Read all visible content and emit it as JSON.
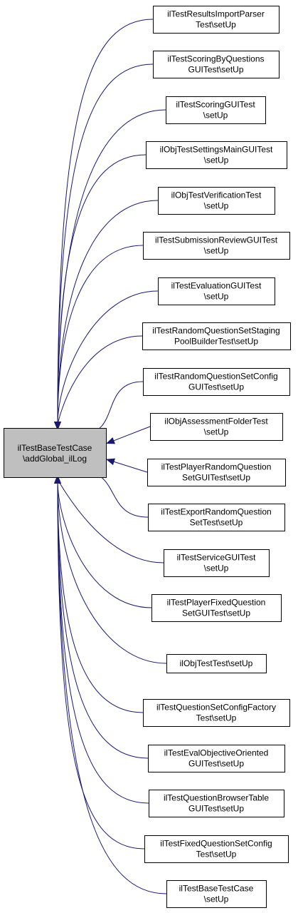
{
  "colors": {
    "edge": "#191970",
    "node_border": "#000000",
    "node_fill": "#ffffff",
    "root_fill": "#bfbfbf"
  },
  "root": {
    "lines": [
      "ilTestBaseTestCase",
      "\\addGlobal_ilLog"
    ]
  },
  "callers": [
    {
      "lines": [
        "ilTestResultsImportParser",
        "Test\\setUp"
      ]
    },
    {
      "lines": [
        "ilTestScoringByQuestions",
        "GUITest\\setUp"
      ]
    },
    {
      "lines": [
        "ilTestScoringGUITest",
        "\\setUp"
      ]
    },
    {
      "lines": [
        "ilObjTestSettingsMainGUITest",
        "\\setUp"
      ]
    },
    {
      "lines": [
        "ilObjTestVerificationTest",
        "\\setUp"
      ]
    },
    {
      "lines": [
        "ilTestSubmissionReviewGUITest",
        "\\setUp"
      ]
    },
    {
      "lines": [
        "ilTestEvaluationGUITest",
        "\\setUp"
      ]
    },
    {
      "lines": [
        "ilTestRandomQuestionSetStaging",
        "PoolBuilderTest\\setUp"
      ]
    },
    {
      "lines": [
        "ilTestRandomQuestionSetConfig",
        "GUITest\\setUp"
      ]
    },
    {
      "lines": [
        "ilObjAssessmentFolderTest",
        "\\setUp"
      ]
    },
    {
      "lines": [
        "ilTestPlayerRandomQuestion",
        "SetGUITest\\setUp"
      ]
    },
    {
      "lines": [
        "ilTestExportRandomQuestion",
        "SetTest\\setUp"
      ]
    },
    {
      "lines": [
        "ilTestServiceGUITest",
        "\\setUp"
      ]
    },
    {
      "lines": [
        "ilTestPlayerFixedQuestion",
        "SetGUITest\\setUp"
      ]
    },
    {
      "lines": [
        "ilObjTestTest\\setUp"
      ]
    },
    {
      "lines": [
        "ilTestQuestionSetConfigFactory",
        "Test\\setUp"
      ]
    },
    {
      "lines": [
        "ilTestEvalObjectiveOriented",
        "GUITest\\setUp"
      ]
    },
    {
      "lines": [
        "ilTestQuestionBrowserTable",
        "GUITest\\setUp"
      ]
    },
    {
      "lines": [
        "ilTestFixedQuestionSetConfig",
        "Test\\setUp"
      ]
    },
    {
      "lines": [
        "ilTestBaseTestCase",
        "\\setUp"
      ]
    }
  ]
}
